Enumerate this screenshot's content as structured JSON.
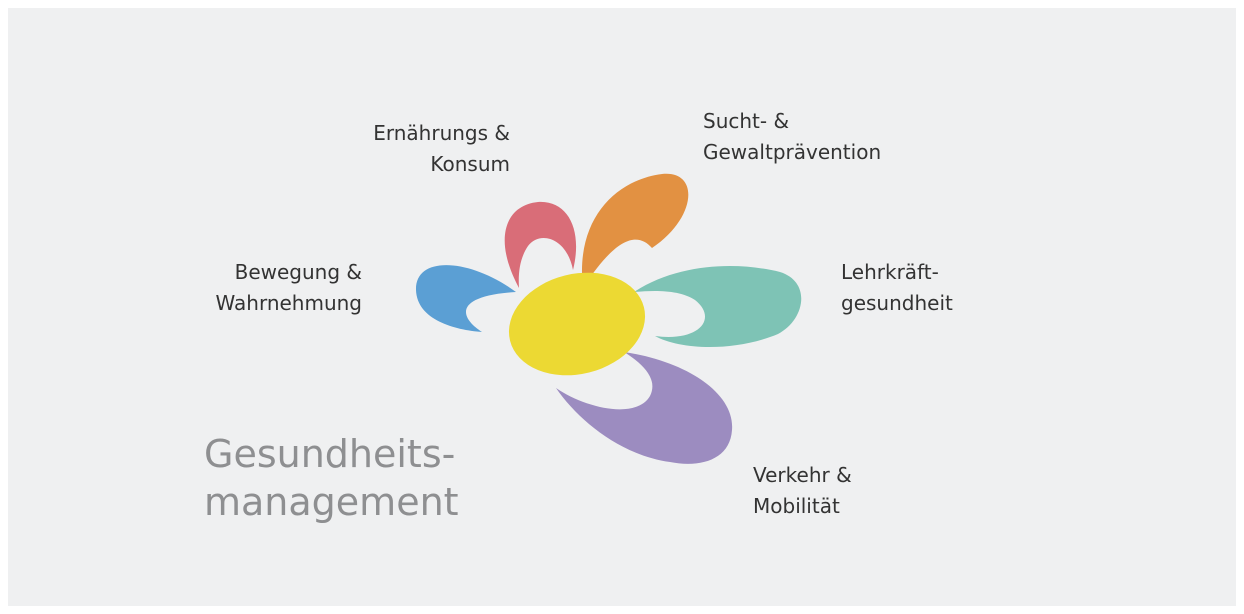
{
  "diagram": {
    "title": [
      "Gesundheits-",
      "management"
    ],
    "petals": [
      {
        "id": "ernaehrung",
        "lines": [
          "Ernährungs &",
          "Konsum"
        ],
        "color": "#d96d78"
      },
      {
        "id": "sucht",
        "lines": [
          "Sucht- &",
          "Gewaltprävention"
        ],
        "color": "#e29142"
      },
      {
        "id": "bewegung",
        "lines": [
          "Bewegung &",
          "Wahrnehmung"
        ],
        "color": "#5b9fd4"
      },
      {
        "id": "lehrkraft",
        "lines": [
          "Lehrkräft-",
          "gesundheit"
        ],
        "color": "#7ec3b5"
      },
      {
        "id": "verkehr",
        "lines": [
          "Verkehr &",
          "Mobilität"
        ],
        "color": "#9c8cc0"
      }
    ],
    "center_color": "#ecd933",
    "background_color": "#eff0f1"
  }
}
